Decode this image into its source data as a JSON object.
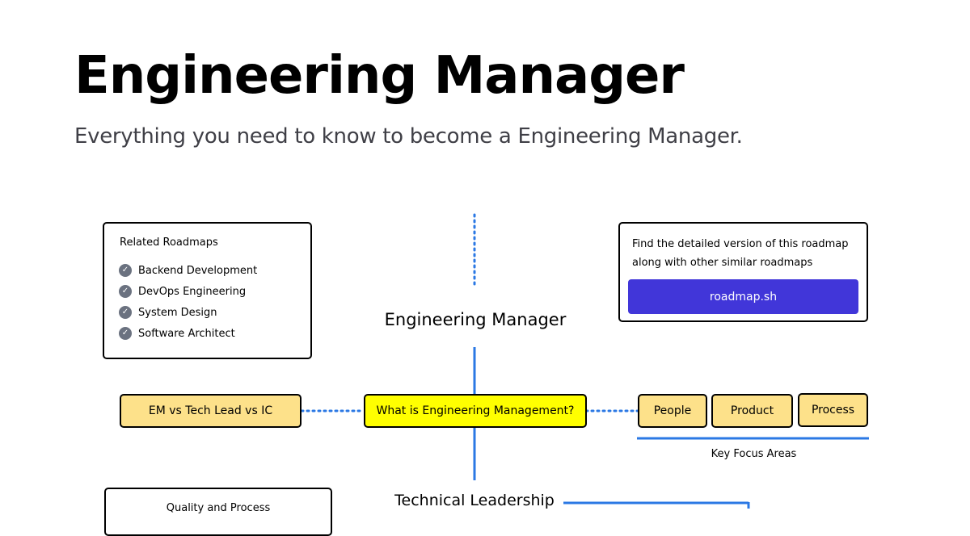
{
  "header": {
    "title": "Engineering Manager",
    "subtitle": "Everything you need to know to become a Engineering Manager."
  },
  "related": {
    "title": "Related Roadmaps",
    "items": [
      "Backend Development",
      "DevOps Engineering",
      "System Design",
      "Software Architect"
    ]
  },
  "cta": {
    "text": "Find the detailed version of this roadmap along with other similar roadmaps",
    "button_label": "roadmap.sh",
    "button_color": "#4136d9"
  },
  "diagram": {
    "title": "Engineering Manager",
    "center_node": "What is Engineering Management?",
    "left_node": "EM vs Tech Lead vs IC",
    "focus_nodes": [
      "People",
      "Product",
      "Process"
    ],
    "focus_group_label": "Key Focus Areas",
    "next_heading": "Technical Leadership",
    "quality_card_label": "Quality and Process",
    "colors": {
      "node_fill": "#fde18a",
      "center_fill": "#ffff00",
      "connector": "#2b78e4"
    }
  }
}
